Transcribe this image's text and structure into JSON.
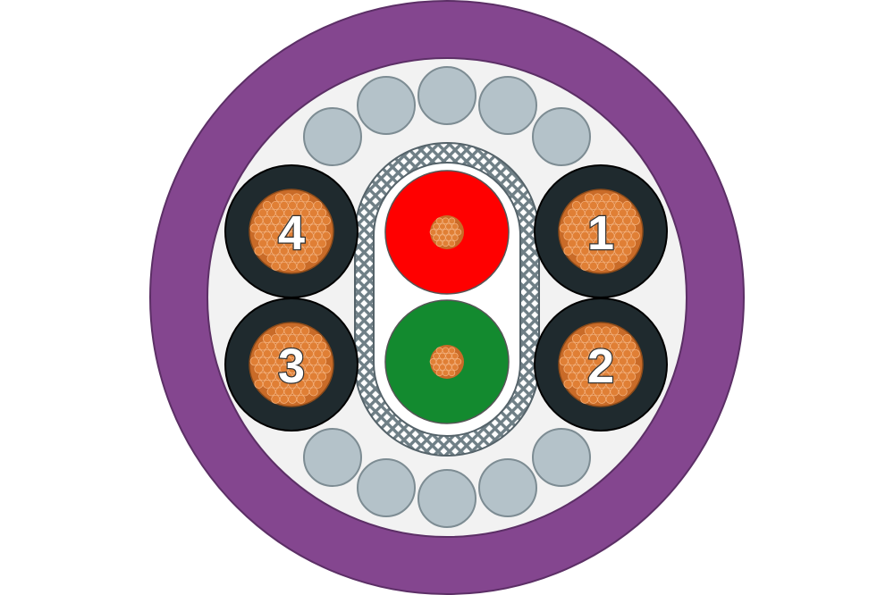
{
  "colors": {
    "outer_jacket": "#84468f",
    "inner_fill": "#f2f2f2",
    "filler": "#b4c2c9",
    "filler_stroke": "#7d8c93",
    "power_insulation": "#1f2a2e",
    "copper": "#e07f35",
    "copper_light": "#f4b07a",
    "pair_red": "#ff0000",
    "pair_green": "#138a2f",
    "braid": "#6f7f86",
    "pair_jacket": "#ffffff"
  },
  "power_cores": [
    {
      "label": "1",
      "position": "top-right"
    },
    {
      "label": "2",
      "position": "bottom-right"
    },
    {
      "label": "3",
      "position": "bottom-left"
    },
    {
      "label": "4",
      "position": "top-left"
    }
  ],
  "signal_pair": [
    {
      "color_name": "red"
    },
    {
      "color_name": "green"
    }
  ]
}
